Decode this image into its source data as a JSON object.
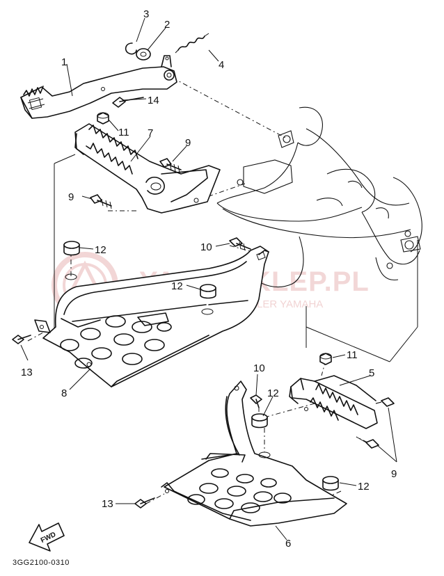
{
  "watermark": {
    "main": "YAMA-SKLEP.PL",
    "sub": "WOJCIECHOWICZ DEALER YAMAHA"
  },
  "reference_code": "3GG2100-0310",
  "fwd_label": "FWD",
  "callouts": {
    "c1": "1",
    "c2": "2",
    "c3": "3",
    "c4": "4",
    "c14": "14",
    "c11a": "11",
    "c7": "7",
    "c9a": "9",
    "c9b": "9",
    "c12a": "12",
    "c10a": "10",
    "c12b": "12",
    "c13a": "13",
    "c8": "8",
    "c11b": "11",
    "c5": "5",
    "c10b": "10",
    "c12c": "12",
    "c9c": "9",
    "c12d": "12",
    "c13b": "13",
    "c6": "6"
  },
  "colors": {
    "line": "#111111",
    "watermark": "#e8b7b7"
  }
}
